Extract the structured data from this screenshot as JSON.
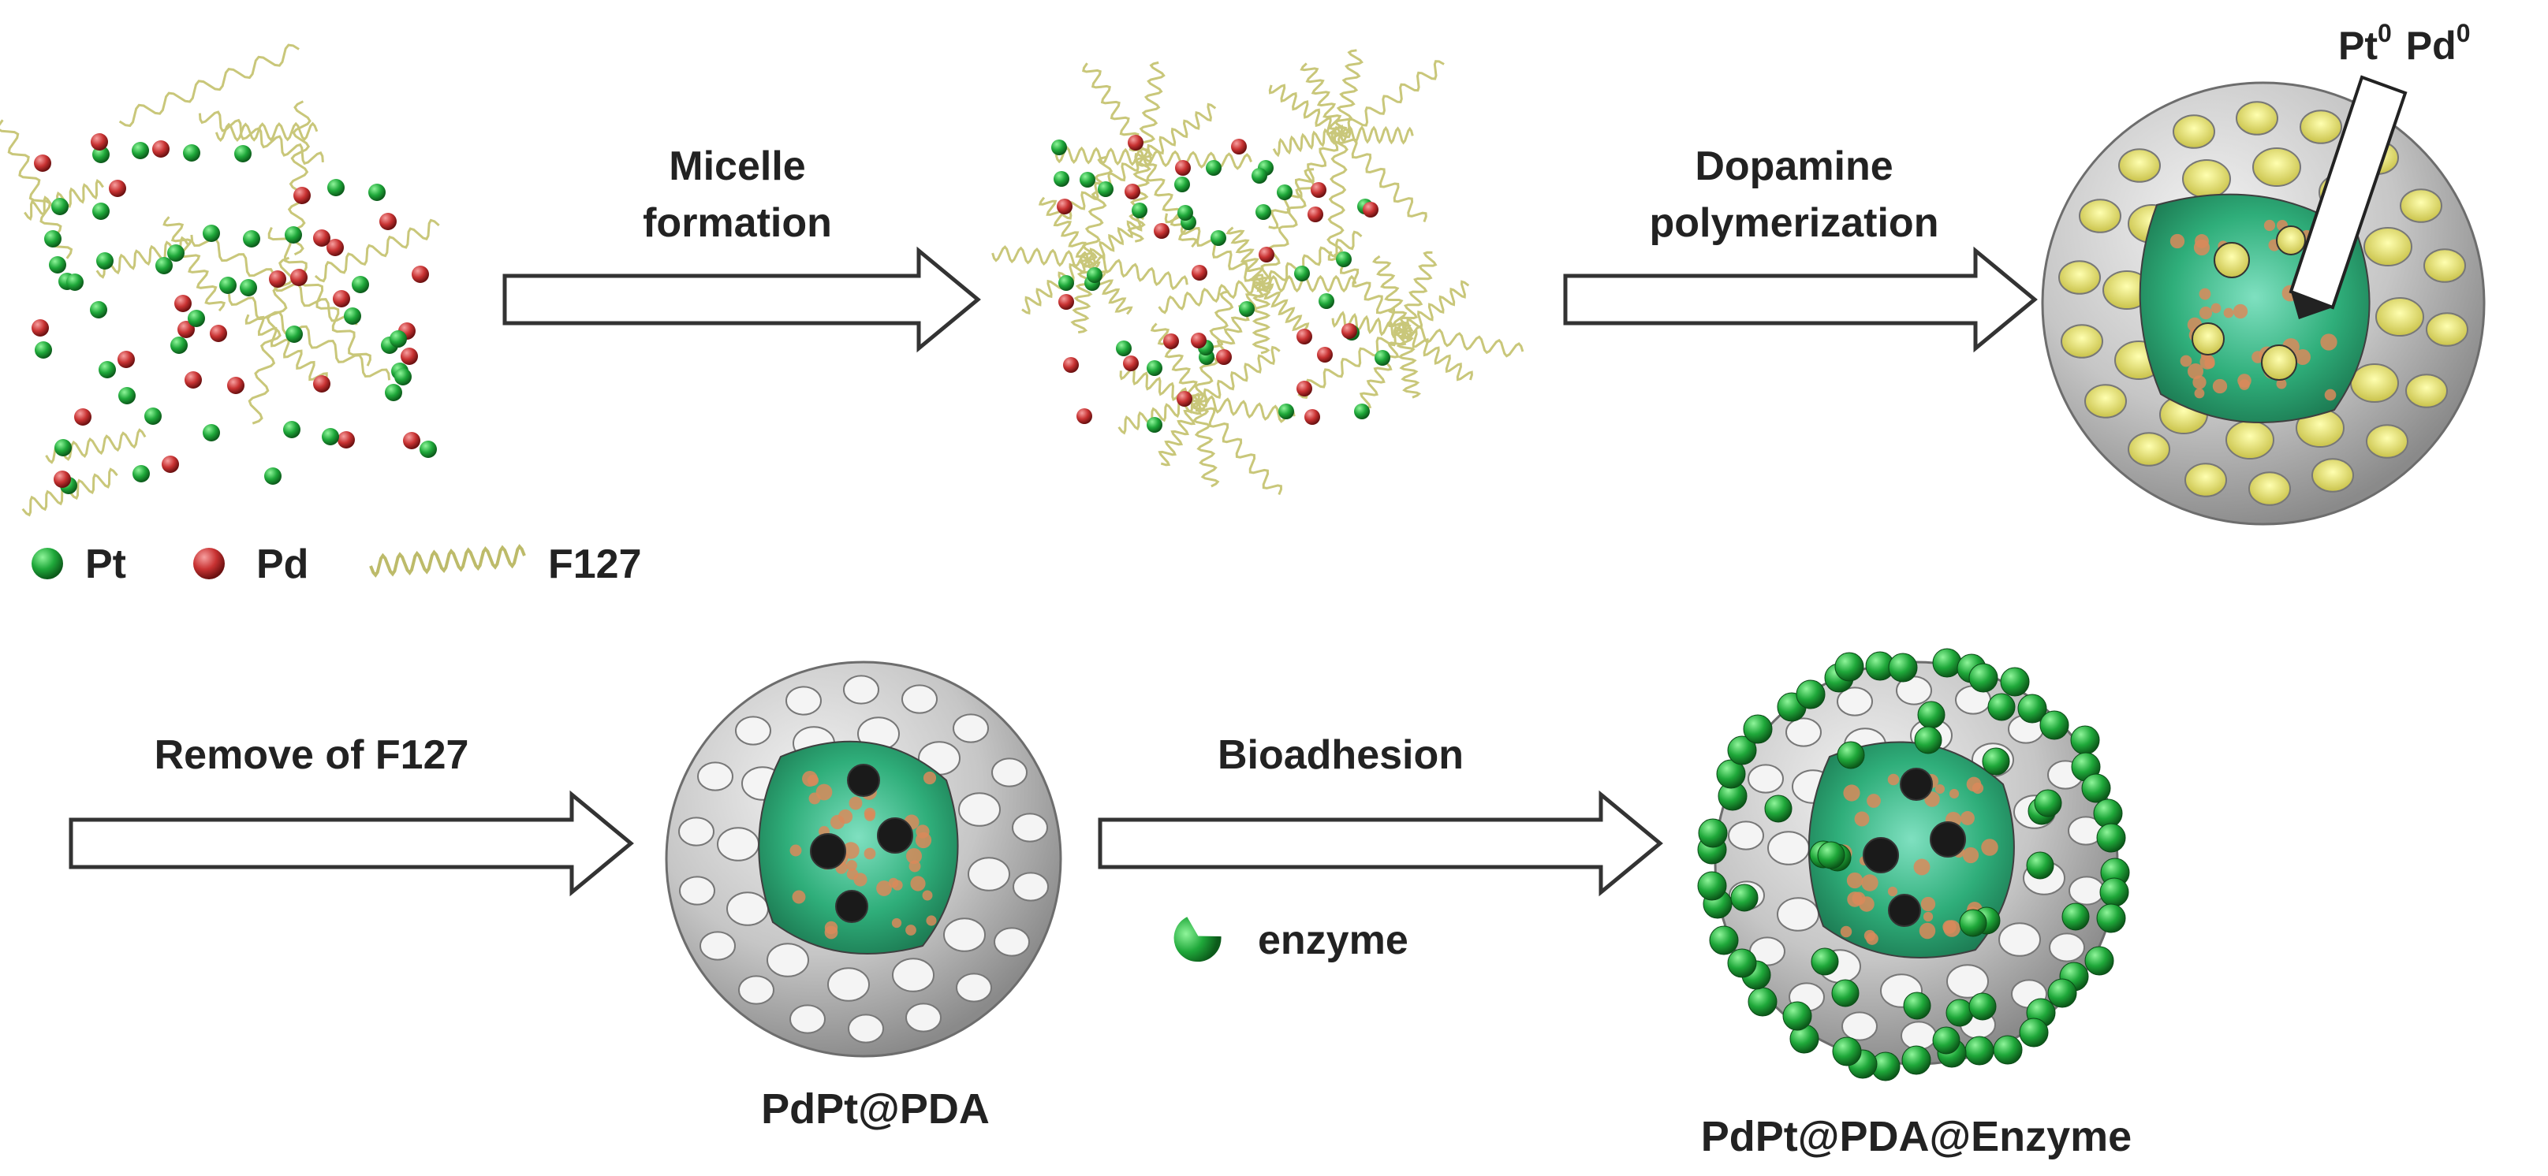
{
  "steps": {
    "micelle_line1": "Micelle",
    "micelle_line2": "formation",
    "dopamine_line1": "Dopamine",
    "dopamine_line2": "polymerization",
    "remove": "Remove of F127",
    "bioadhesion": "Bioadhesion"
  },
  "legend": {
    "pt": "Pt",
    "pd": "Pd",
    "f127": "F127",
    "enzyme": "enzyme"
  },
  "callout": {
    "pt": "Pt",
    "pd": "Pd",
    "superscript": "0"
  },
  "products": {
    "first": "PdPt@PDA",
    "second": "PdPt@PDA@Enzyme"
  },
  "colors": {
    "pt": "#1fa83a",
    "pd": "#c83232",
    "f127": "#c9c77a",
    "shell": "#c9c9c9",
    "core": "#2fae7a",
    "core_accent": "#d98a5a",
    "pore_fill": "#e8e87a",
    "enzyme": "#2fb83a"
  }
}
